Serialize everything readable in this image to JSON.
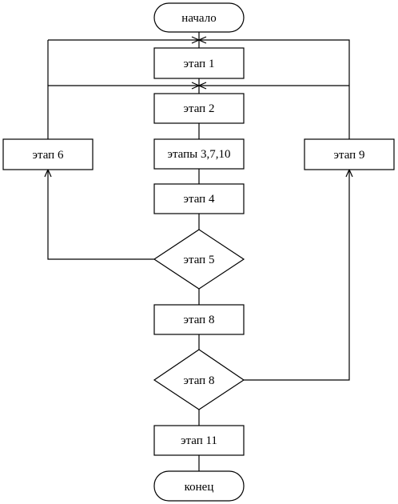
{
  "nodes": {
    "start": "начало",
    "stage1": "этап 1",
    "stage2": "этап 2",
    "stages3710": "этапы 3,7,10",
    "stage4": "этап 4",
    "decision5": "этап 5",
    "stage8": "этап 8",
    "decision8": "этап 8",
    "stage11": "этап 11",
    "end": "конец",
    "stage6": "этап 6",
    "stage9": "этап 9"
  }
}
